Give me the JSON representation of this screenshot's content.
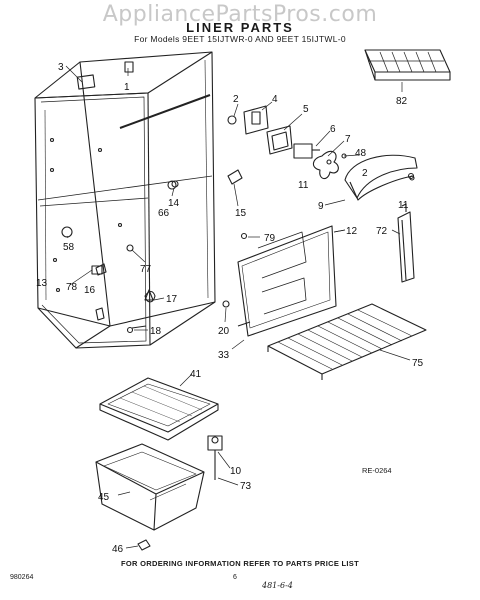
{
  "watermark": "AppliancePartsPros.com",
  "header": {
    "title": "LINER PARTS",
    "subtitle": "For Models 9EET 15IJTWR-0 AND 9EET 15IJTWL-0"
  },
  "callouts": [
    "3",
    "1",
    "82",
    "2",
    "4",
    "5",
    "6",
    "7",
    "48",
    "2",
    "11",
    "14",
    "66",
    "15",
    "9",
    "11",
    "58",
    "79",
    "12",
    "72",
    "77",
    "13",
    "78",
    "16",
    "17",
    "18",
    "20",
    "33",
    "75",
    "41",
    "10",
    "45",
    "73",
    "46"
  ],
  "reference_code": "RE-0264",
  "footer_note": "FOR ORDERING INFORMATION REFER TO PARTS PRICE LIST",
  "bottom_left_code": "980264",
  "page_mark": "6",
  "handwritten_note": "481-6-4"
}
